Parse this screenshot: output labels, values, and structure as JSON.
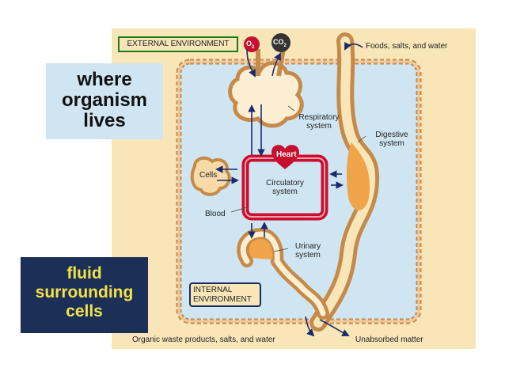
{
  "diagram": {
    "external_environment": "EXTERNAL ENVIRONMENT",
    "o2": "O",
    "o2_sub": "2",
    "co2": "CO",
    "co2_sub": "2",
    "foods": "Foods, salts, and water",
    "respiratory_1": "Respiratory",
    "respiratory_2": "system",
    "digestive_1": "Digestive",
    "digestive_2": "system",
    "heart": "Heart",
    "cells": "Cells",
    "circulatory_1": "Circulatory",
    "circulatory_2": "system",
    "blood": "Blood",
    "urinary_1": "Urinary",
    "urinary_2": "system",
    "internal_1": "INTERNAL",
    "internal_2": "ENVIRONMENT",
    "organic_waste": "Organic waste products, salts, and water",
    "unabsorbed": "Unabsorbed matter"
  },
  "callouts": {
    "where_1": "where",
    "where_2": "organism",
    "where_3": "lives",
    "fluid_1": "fluid",
    "fluid_2": "surrounding",
    "fluid_3": "cells"
  },
  "colors": {
    "background": "#f9e6b8",
    "internal_fluid": "#cfe6f2",
    "tissue": "#f8d9a8",
    "circulatory": "#c8102e",
    "arrows": "#1b2a6b",
    "green_box": "#1a7a1a",
    "navy_box": "#1b2f57",
    "yellow_text": "#f3e24a"
  }
}
